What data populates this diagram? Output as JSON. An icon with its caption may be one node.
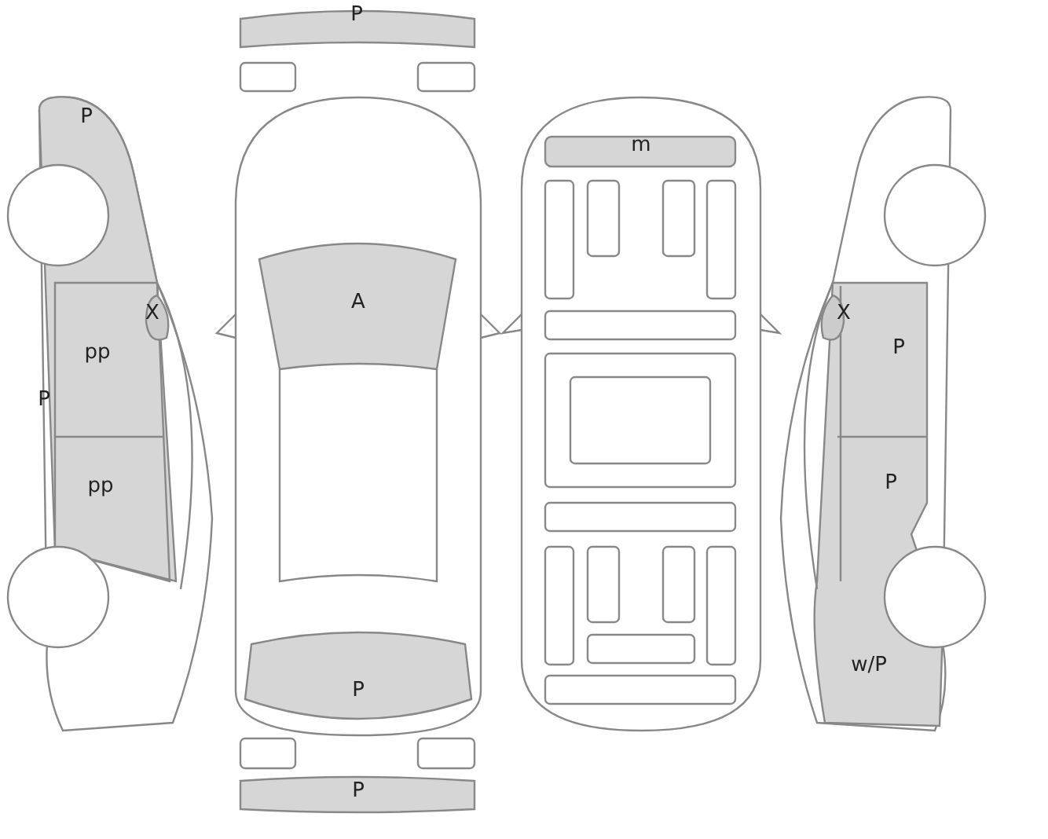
{
  "diagram": {
    "labels": [
      "P",
      "P",
      "m",
      "A",
      "X",
      "X",
      "P",
      "pp",
      "P",
      "pp",
      "P",
      "w/P",
      "P",
      "P"
    ]
  }
}
